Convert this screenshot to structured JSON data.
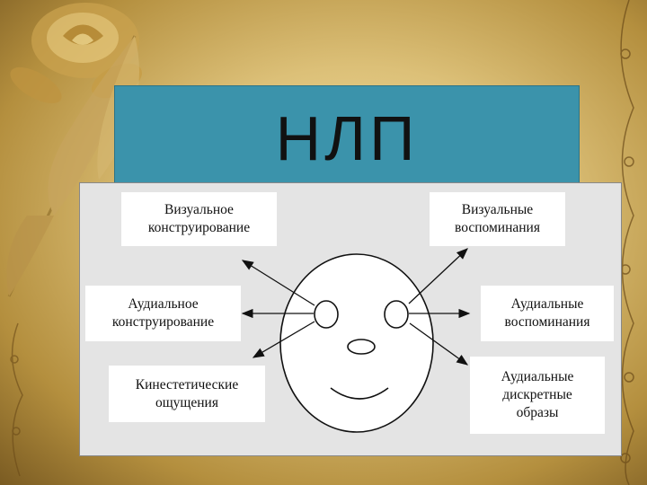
{
  "title": "НЛП",
  "labels": {
    "visual_construct": "Визуальное\nконструирование",
    "visual_recall": "Визуальные\nвоспоминания",
    "auditory_construct": "Аудиальное\nконструирование",
    "auditory_recall": "Аудиальные\nвоспоминания",
    "kinesthetic": "Кинестетические\nощущения",
    "auditory_digital": "Аудиальные\nдискретные\nобразы"
  },
  "colors": {
    "title_bg": "#3b93ab",
    "panel_bg": "#e4e4e4"
  }
}
